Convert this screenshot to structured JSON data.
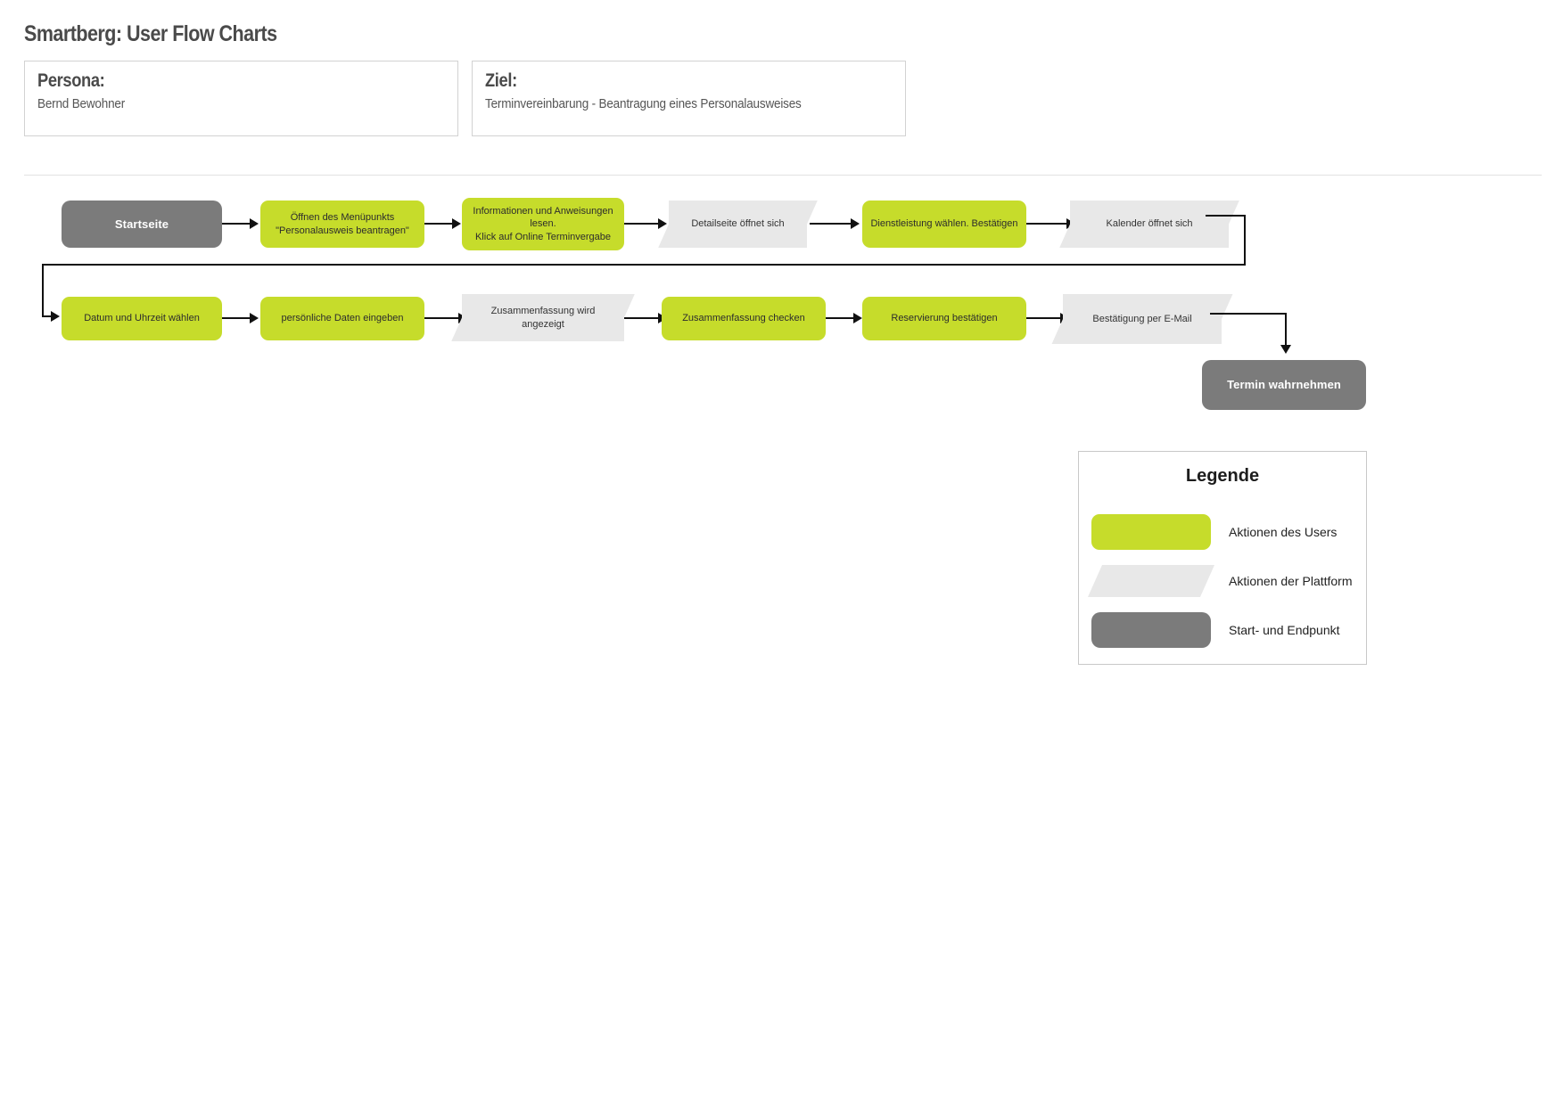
{
  "header": {
    "title": "Smartberg: User Flow Charts",
    "persona_label": "Persona:",
    "persona_value": "Bernd Bewohner",
    "ziel_label": "Ziel:",
    "ziel_value": "Terminvereinbarung - Beantragung eines Personalausweises"
  },
  "colors": {
    "user_action": "#c6dc2b",
    "platform_action": "#e8e8e8",
    "terminal": "#7b7b7b",
    "connector": "#111111",
    "title_text": "#4a4a4a"
  },
  "flow": {
    "row1": [
      {
        "type": "terminal",
        "label": "Startseite"
      },
      {
        "type": "user",
        "label": "Öffnen des Menüpunkts \"Personalausweis beantragen\""
      },
      {
        "type": "user",
        "label": "Informationen und Anweisungen lesen.\nKlick auf Online Terminvergabe"
      },
      {
        "type": "platform",
        "label": "Detailseite öffnet sich"
      },
      {
        "type": "user",
        "label": "Dienstleistung wählen. Bestätigen"
      },
      {
        "type": "platform",
        "label": "Kalender öffnet sich"
      }
    ],
    "row2": [
      {
        "type": "user",
        "label": "Datum und Uhrzeit wählen"
      },
      {
        "type": "user",
        "label": "persönliche Daten eingeben"
      },
      {
        "type": "platform",
        "label": "Zusammenfassung wird angezeigt"
      },
      {
        "type": "user",
        "label": "Zusammenfassung checken"
      },
      {
        "type": "user",
        "label": "Reservierung bestätigen"
      },
      {
        "type": "platform",
        "label": "Bestätigung per E-Mail"
      }
    ],
    "endpoint": {
      "type": "terminal",
      "label": "Termin wahrnehmen"
    }
  },
  "legend": {
    "title": "Legende",
    "items": [
      {
        "swatch": "user",
        "label": "Aktionen des Users"
      },
      {
        "swatch": "platform",
        "label": "Aktionen der Plattform"
      },
      {
        "swatch": "terminal",
        "label": "Start- und Endpunkt"
      }
    ]
  }
}
